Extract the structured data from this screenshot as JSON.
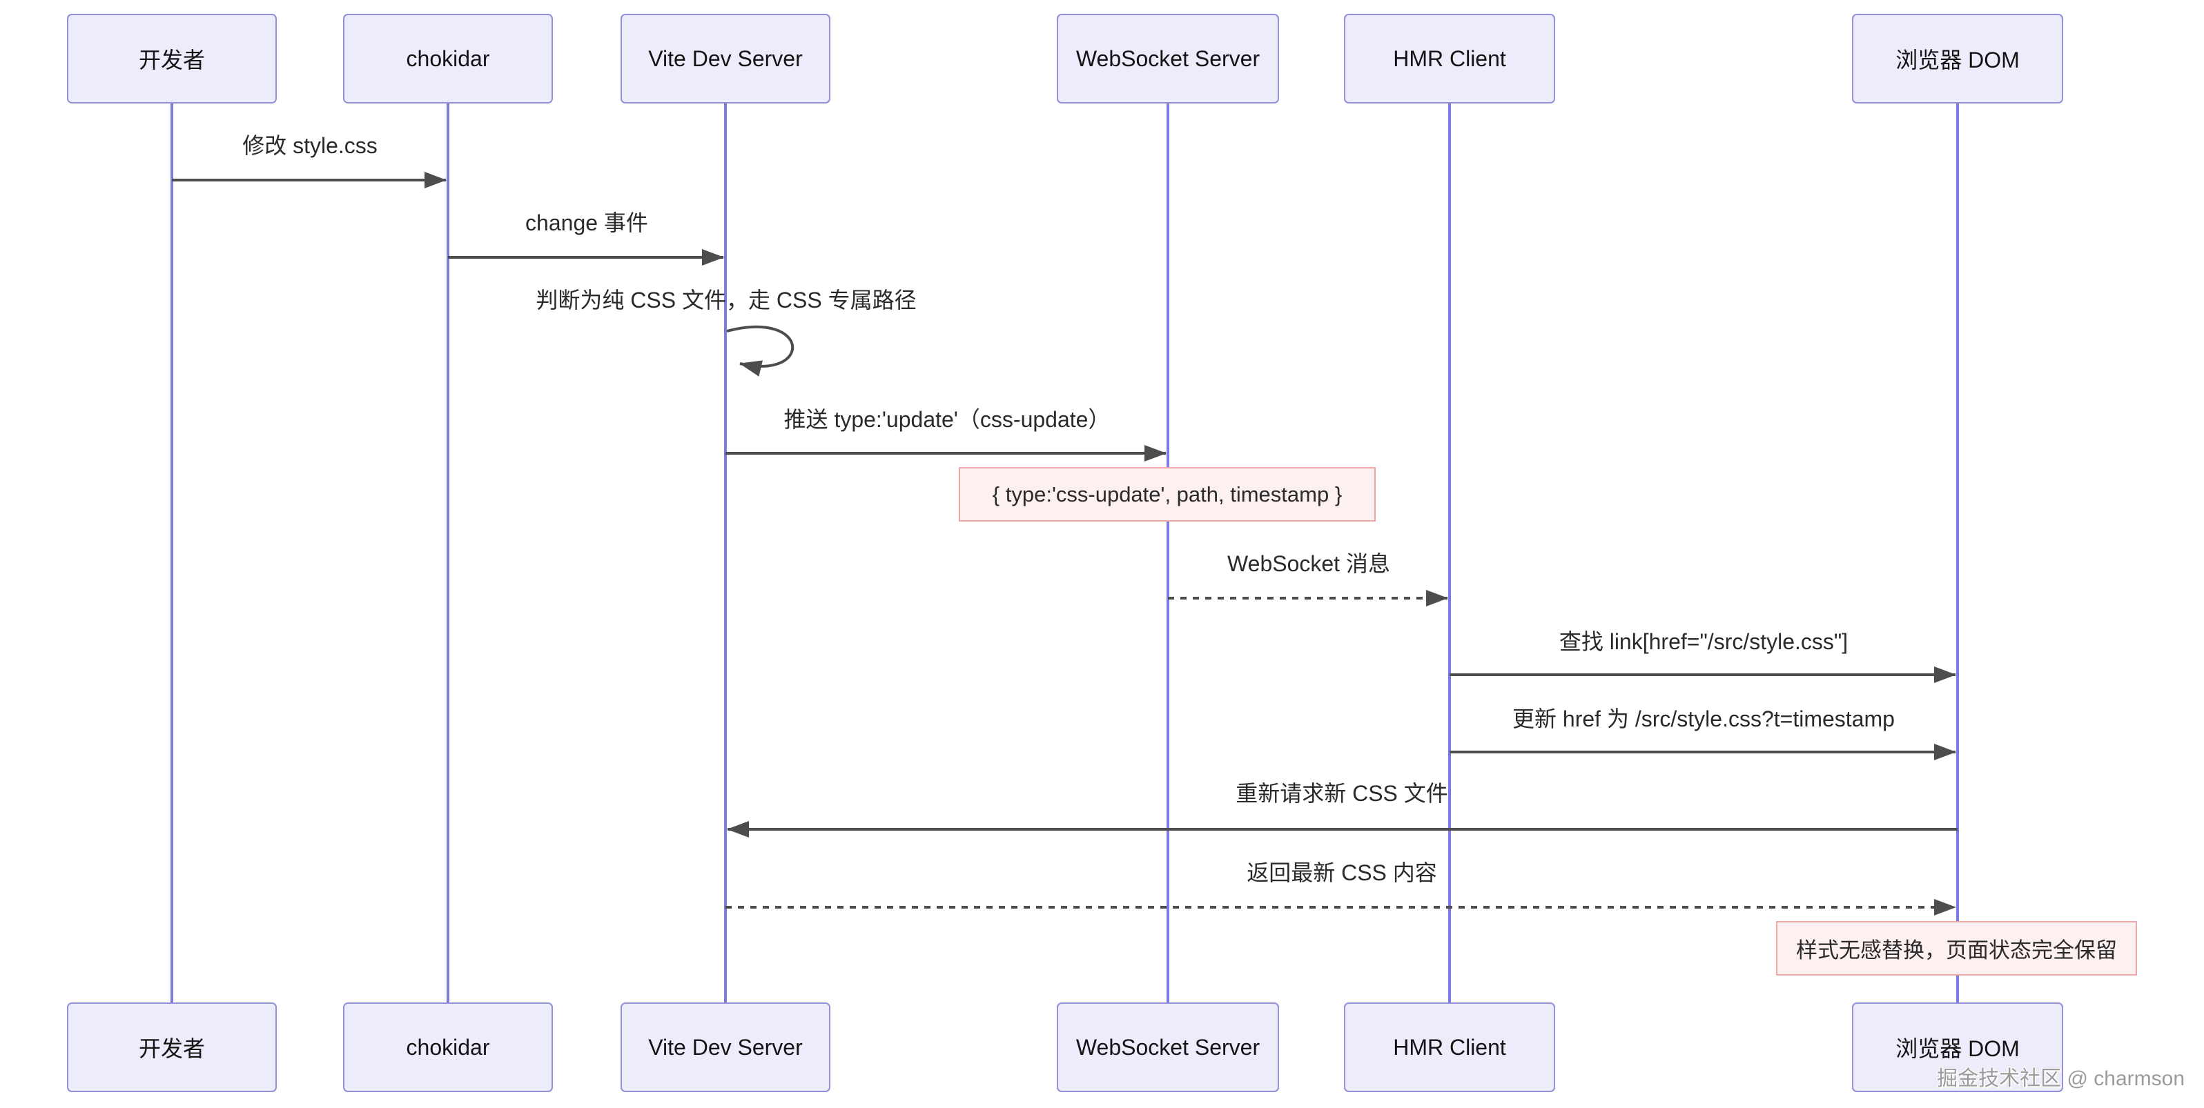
{
  "diagram": {
    "type": "sequence",
    "actors": [
      {
        "id": "developer",
        "label": "开发者"
      },
      {
        "id": "chokidar",
        "label": "chokidar"
      },
      {
        "id": "vite-dev-server",
        "label": "Vite Dev Server"
      },
      {
        "id": "websocket-server",
        "label": "WebSocket Server"
      },
      {
        "id": "hmr-client",
        "label": "HMR Client"
      },
      {
        "id": "browser-dom",
        "label": "浏览器 DOM"
      }
    ],
    "messages": [
      {
        "from": "developer",
        "to": "chokidar",
        "line": "solid",
        "label": "修改 style.css"
      },
      {
        "from": "chokidar",
        "to": "vite-dev-server",
        "line": "solid",
        "label": "change 事件"
      },
      {
        "from": "vite-dev-server",
        "to": "vite-dev-server",
        "line": "self",
        "label": "判断为纯 CSS 文件，走 CSS 专属路径"
      },
      {
        "from": "vite-dev-server",
        "to": "websocket-server",
        "line": "solid",
        "label": "推送 type:'update'（css-update）"
      },
      {
        "from": "websocket-server",
        "to": "hmr-client",
        "line": "dashed",
        "label": "WebSocket 消息"
      },
      {
        "from": "hmr-client",
        "to": "browser-dom",
        "line": "solid",
        "label": "查找 link[href=\"/src/style.css\"]"
      },
      {
        "from": "hmr-client",
        "to": "browser-dom",
        "line": "solid",
        "label": "更新 href 为 /src/style.css?t=timestamp"
      },
      {
        "from": "browser-dom",
        "to": "vite-dev-server",
        "line": "solid",
        "label": "重新请求新 CSS 文件"
      },
      {
        "from": "vite-dev-server",
        "to": "browser-dom",
        "line": "dashed",
        "label": "返回最新 CSS 内容"
      }
    ],
    "notes": [
      {
        "over": "websocket-server",
        "label": "{ type:'css-update', path, timestamp }"
      },
      {
        "over": "browser-dom",
        "label": "样式无感替换，页面状态完全保留"
      }
    ],
    "watermark": "掘金技术社区 @ charmson",
    "colors": {
      "actor_fill": "#ECECFA",
      "actor_border": "#9190D9",
      "lifeline": "#7B7BE0",
      "arrow": "#4D4D4D",
      "note_fill": "#FDF0F0",
      "note_border": "#EFA7A7",
      "text": "#2A2A2A"
    }
  }
}
